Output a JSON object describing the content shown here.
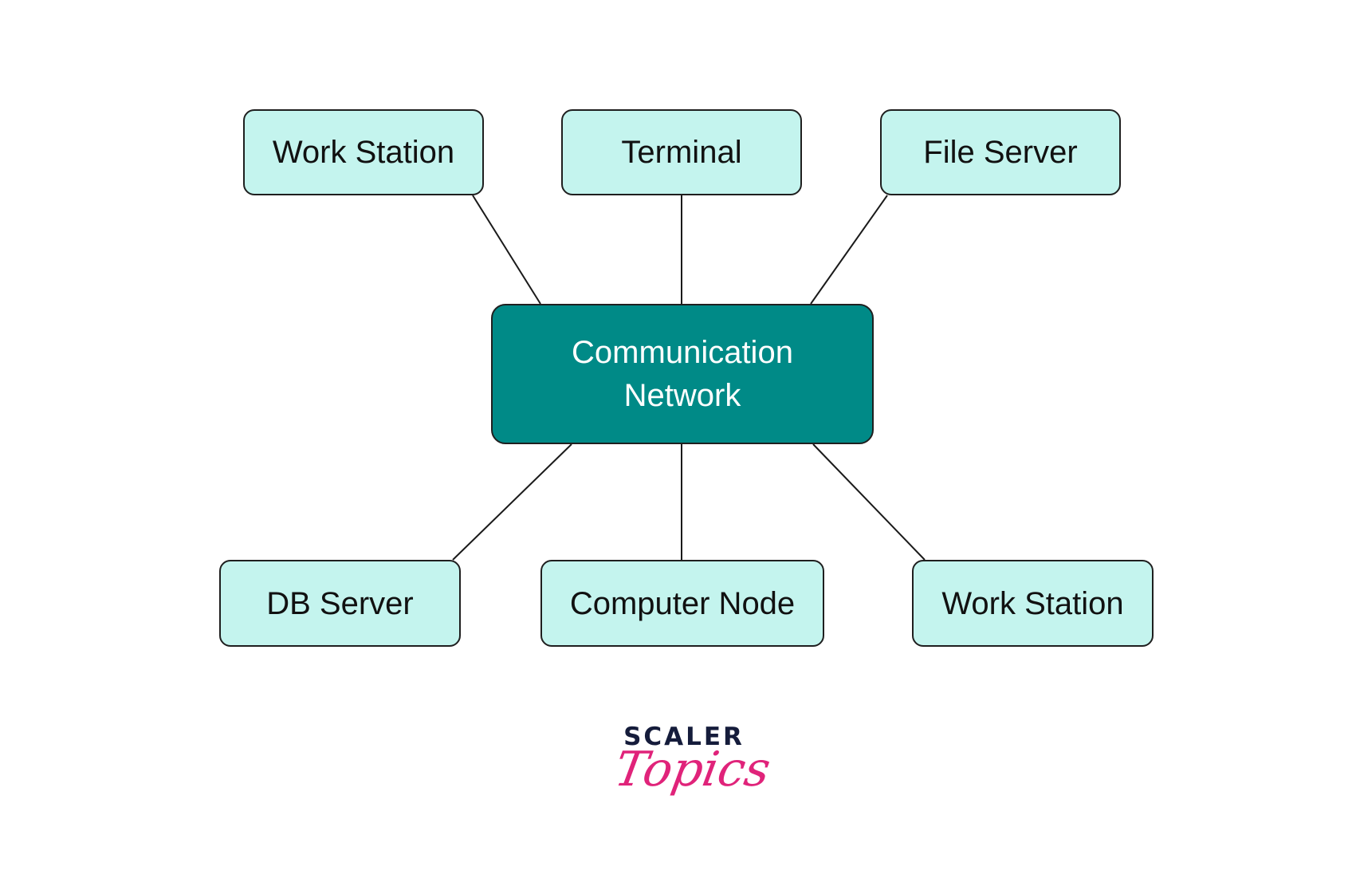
{
  "diagram": {
    "hub": {
      "lines": [
        "Communication",
        "Network"
      ]
    },
    "top_nodes": [
      "Work Station",
      "Terminal",
      "File Server"
    ],
    "bottom_nodes": [
      "DB Server",
      "Computer Node",
      "Work Station"
    ]
  },
  "logo": {
    "word": "SCALER",
    "script": "Topics"
  },
  "colors": {
    "hub_fill": "#008a87",
    "node_fill": "#c4f4ee",
    "logo_dark": "#151c3b",
    "logo_pink": "#e0237a"
  }
}
